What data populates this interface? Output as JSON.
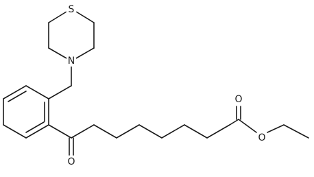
{
  "diagram": {
    "atoms": {
      "sulfur": "S",
      "nitrogen": "N",
      "ketone_oxygen": "O",
      "carbonyl_oxygen": "O",
      "ester_oxygen": "O"
    }
  }
}
